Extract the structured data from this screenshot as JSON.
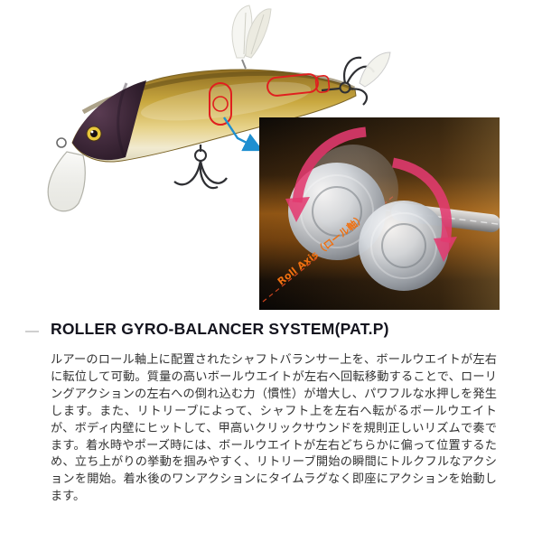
{
  "product": {
    "heading": "ROLLER GYRO-BALANCER SYSTEM(PAT.P)",
    "description": "ルアーのロール軸上に配置されたシャフトバランサー上を、ボールウエイトが左右に転位して可動。質量の高いボールウエイトが左右へ回転移動することで、ローリングアクションの左右への倒れ込む力（慣性）が増大し、パワフルな水押しを発生します。また、リトリーブによって、シャフト上を左右へ転がるボールウエイトが、ボディ内壁にヒットして、甲高いクリックサウンドを規則正しいリズムで奏でます。着水時やポーズ時には、ボールウエイトが左右どちらかに偏って位置するため、立ち上がりの挙動を掴みやすく、リトリーブ開始の瞬間にトルクフルなアクションを開始。着水後のワンアクションにタイムラグなく即座にアクションを始動します。"
  },
  "diagram": {
    "axis_label": "Roll Axis（ロール軸）"
  },
  "colors": {
    "annotation_red": "#e01f1f",
    "pointer_blue": "#1f8fd0",
    "rotation_arrow_pink": "#e23a6f",
    "axis_label_orange": "#f07010",
    "inset_glow_orange": "#8e5414",
    "heading_text": "#14141e",
    "body_text": "#333333"
  }
}
